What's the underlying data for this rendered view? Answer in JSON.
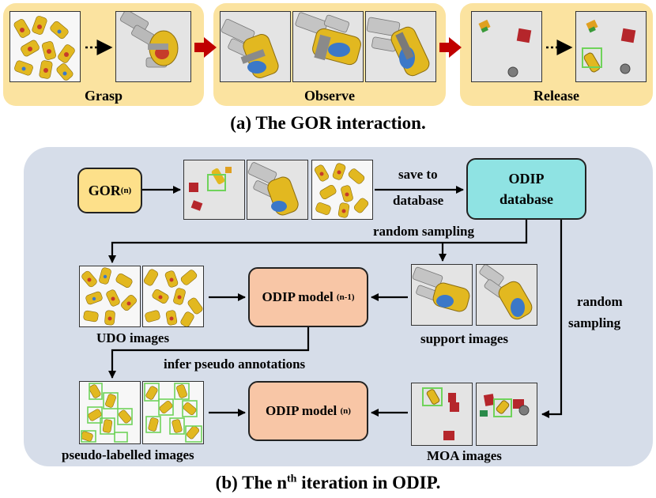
{
  "part_a": {
    "grasp_label": "Grasp",
    "observe_label": "Observe",
    "release_label": "Release",
    "caption": "(a) The GOR interaction."
  },
  "part_b": {
    "gor_box": {
      "text": "GOR",
      "sup": "(n)"
    },
    "save_to_database": [
      "save to",
      "database"
    ],
    "odip_database": [
      "ODIP",
      "database"
    ],
    "random_sampling_top": "random sampling",
    "random_sampling_right": [
      "random",
      "sampling"
    ],
    "odip_model_prev": {
      "text": "ODIP model ",
      "sup": "(n-1)"
    },
    "odip_model_n": {
      "text": "ODIP model ",
      "sup": "(n)"
    },
    "udo_images": "UDO images",
    "support_images": "support images",
    "infer_pseudo": "infer pseudo annotations",
    "pseudo_labelled_images": "pseudo-labelled images",
    "moa_images": "MOA images",
    "caption_prefix": "(b) The n",
    "caption_sup": "th",
    "caption_suffix": " iteration in ODIP."
  },
  "colors": {
    "panel_yellow": "#fbe3a0",
    "gor_box": "#fde08a",
    "odip_database": "#8fe3e3",
    "odip_model": "#f8c6a6",
    "big_background": "#d6dde9",
    "arrow_red": "#c00000",
    "bbox_green": "#6fd35a"
  }
}
